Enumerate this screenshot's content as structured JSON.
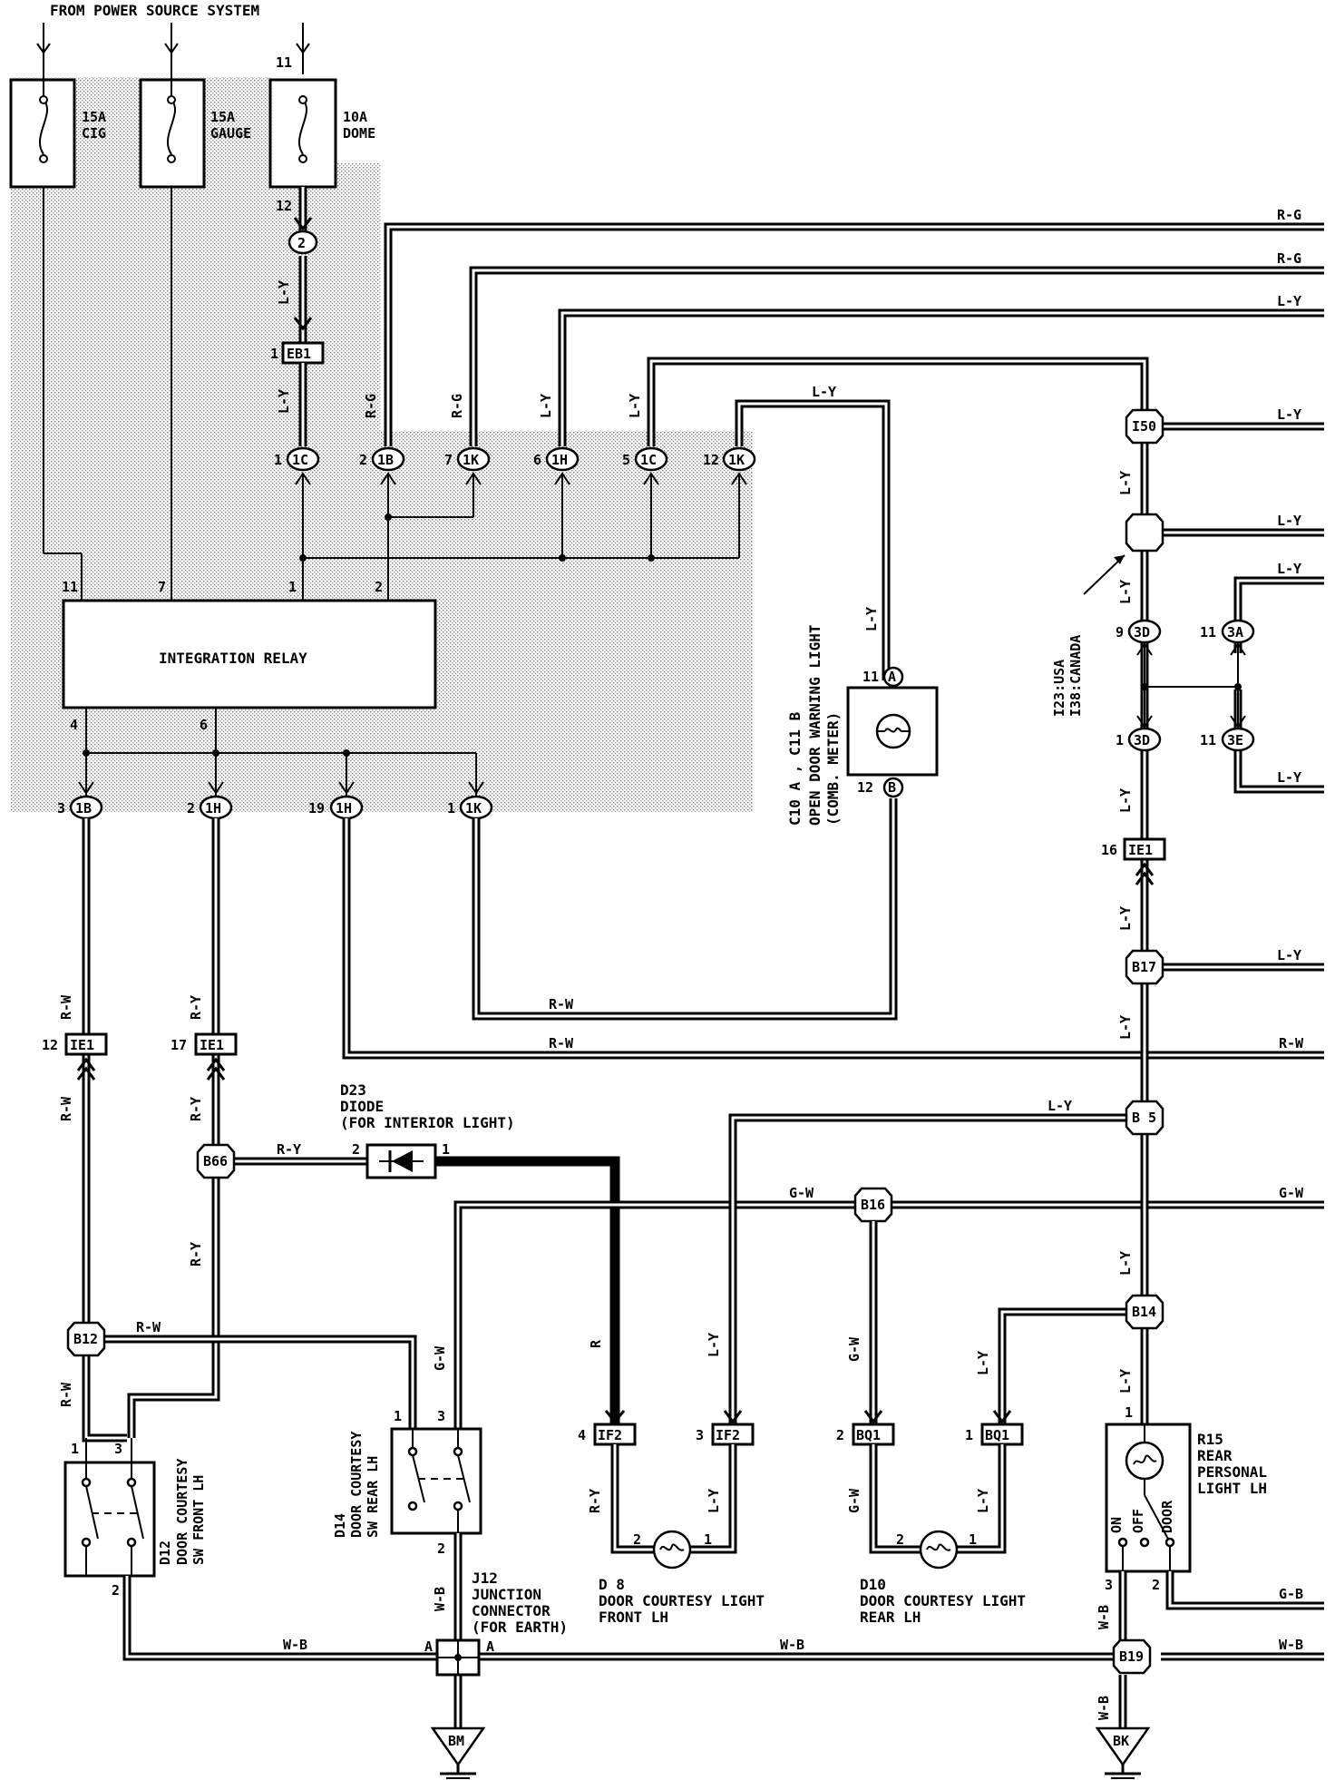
{
  "header": {
    "title": "FROM POWER SOURCE SYSTEM"
  },
  "fuses": [
    {
      "id": "cig",
      "amp": "15A",
      "name": "CIG"
    },
    {
      "id": "gauge",
      "amp": "15A",
      "name": "GAUGE"
    },
    {
      "id": "dome",
      "amp": "10A",
      "name": "DOME",
      "pin_in": "11",
      "pin_out": "12"
    }
  ],
  "relay": {
    "name": "INTEGRATION RELAY",
    "pins_top": [
      "11",
      "7",
      "1",
      "2"
    ],
    "pins_bottom": [
      "4",
      "6"
    ]
  },
  "connectors_top": [
    {
      "pin": "1",
      "code": "1C"
    },
    {
      "pin": "2",
      "code": "1B"
    },
    {
      "pin": "7",
      "code": "1K"
    },
    {
      "pin": "6",
      "code": "1H"
    },
    {
      "pin": "5",
      "code": "1C"
    },
    {
      "pin": "12",
      "code": "1K"
    }
  ],
  "connectors_bottom": [
    {
      "pin": "3",
      "code": "1B"
    },
    {
      "pin": "2",
      "code": "1H"
    },
    {
      "pin": "19",
      "code": "1H"
    },
    {
      "pin": "1",
      "code": "1K"
    }
  ],
  "splices": {
    "c2": "2",
    "eb1": "EB1",
    "eb1_pin": "1",
    "i50": "I50",
    "b17": "B17",
    "b5": "B 5",
    "b16": "B16",
    "b14": "B14",
    "b19": "B19",
    "b66": "B66",
    "b12": "B12",
    "ie1": "IE1",
    "ie1_pin_a": "12",
    "ie1_pin_b": "17",
    "ie1_pin_c": "16",
    "c3d_top": "3D",
    "c3d_top_pin": "9",
    "c3a": "3A",
    "c3a_pin": "11",
    "c3d_bot": "3D",
    "c3d_bot_pin": "1",
    "c3e": "3E",
    "c3e_pin": "11",
    "ground_bm": "BM",
    "ground_bk": "BK"
  },
  "wire_colors": {
    "rg": "R-G",
    "ly": "L-Y",
    "rw": "R-W",
    "ry": "R-Y",
    "gw": "G-W",
    "wb": "W-B",
    "gb": "G-B",
    "r": "R"
  },
  "components": {
    "door_light": {
      "code": "C10 A , C11 B",
      "line1": "OPEN DOOR WARNING LIGHT",
      "line2": "(COMB. METER)",
      "pin_a": "11",
      "pin_a_letter": "A",
      "pin_b": "12",
      "pin_b_letter": "B"
    },
    "diode": {
      "code": "D23",
      "line1": "DIODE",
      "line2": "(FOR INTERIOR LIGHT)",
      "pin_a": "2",
      "pin_b": "1"
    },
    "i23": {
      "line1": "I23:USA",
      "line2": "I38:CANADA"
    },
    "d12": {
      "code": "D12",
      "line1": "DOOR COURTESY",
      "line2": "SW FRONT LH",
      "pin1": "1",
      "pin3": "3",
      "pin2": "2"
    },
    "d14": {
      "code": "D14",
      "line1": "DOOR COURTESY",
      "line2": "SW REAR LH",
      "pin1": "1",
      "pin3": "3",
      "pin2": "2"
    },
    "j12": {
      "code": "J12",
      "line1": "JUNCTION",
      "line2": "CONNECTOR",
      "line3": "(FOR EARTH)",
      "pin_a": "A"
    },
    "d8": {
      "code": "D 8",
      "line1": "DOOR COURTESY LIGHT",
      "line2": "FRONT LH",
      "pin2": "2",
      "pin1": "1"
    },
    "d10": {
      "code": "D10",
      "line1": "DOOR COURTESY LIGHT",
      "line2": "REAR LH",
      "pin2": "2",
      "pin1": "1"
    },
    "r15": {
      "code": "R15",
      "line1": "REAR",
      "line2": "PERSONAL",
      "line3": "LIGHT LH",
      "pin1": "1",
      "pin2": "2",
      "pin3": "3",
      "sw_on": "ON",
      "sw_off": "OFF",
      "sw_door": "DOOR"
    },
    "if2": {
      "code": "IF2",
      "pin4": "4",
      "pin3": "3"
    },
    "bq1": {
      "code": "BQ1",
      "pin2": "2",
      "pin1": "1"
    }
  }
}
